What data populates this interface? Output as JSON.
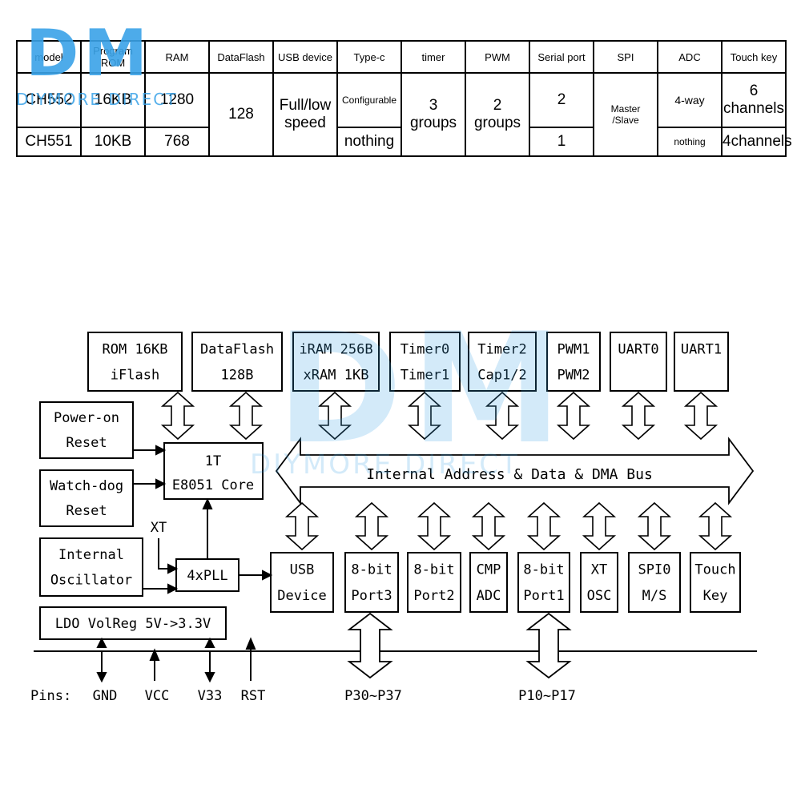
{
  "watermark": {
    "logo": "DM",
    "brand": "DIYMORE DIRECT",
    "color": "#3aa3e8"
  },
  "table": {
    "headers": [
      "model",
      "Program ROM",
      "RAM",
      "DataFlash",
      "USB device",
      "Type-c",
      "timer",
      "PWM",
      "Serial port",
      "SPI",
      "ADC",
      "Touch key"
    ],
    "rows": [
      {
        "model": "CH552",
        "rom": "16KB",
        "ram": "1280",
        "type_c": "Configurable",
        "serial": "2",
        "adc": "4-way",
        "touch": "6 channels"
      },
      {
        "model": "CH551",
        "rom": "10KB",
        "ram": "768",
        "type_c": "nothing",
        "serial": "1",
        "adc": "nothing",
        "touch": "4channels"
      }
    ],
    "shared": {
      "dataflash": "128",
      "usb_line1": "Full/low",
      "usb_line2": "speed",
      "timer_line1": "3",
      "timer_line2": "groups",
      "pwm_line1": "2",
      "pwm_line2": "groups",
      "spi_line1": "Master",
      "spi_line2": "/Slave"
    }
  },
  "diagram": {
    "top_blocks": [
      {
        "id": "rom",
        "l1": "ROM 16KB",
        "l2": "iFlash"
      },
      {
        "id": "dataflash",
        "l1": "DataFlash",
        "l2": "128B"
      },
      {
        "id": "ram",
        "l1": "iRAM 256B",
        "l2": "xRAM 1KB"
      },
      {
        "id": "timer01",
        "l1": "Timer0",
        "l2": "Timer1"
      },
      {
        "id": "timer2",
        "l1": "Timer2",
        "l2": "Cap1/2"
      },
      {
        "id": "pwm",
        "l1": "PWM1",
        "l2": "PWM2"
      },
      {
        "id": "uart0",
        "l1": "UART0",
        "l2": ""
      },
      {
        "id": "uart1",
        "l1": "UART1",
        "l2": ""
      }
    ],
    "left_blocks": [
      {
        "id": "power-on-reset",
        "l1": "Power-on",
        "l2": "Reset"
      },
      {
        "id": "watchdog-reset",
        "l1": "Watch-dog",
        "l2": "Reset"
      },
      {
        "id": "internal-oscillator",
        "l1": "Internal",
        "l2": "Oscillator"
      }
    ],
    "core": {
      "l1": "1T",
      "l2": "E8051 Core"
    },
    "pll": "4xPLL",
    "xt_label": "XT",
    "ldo": "LDO VolReg 5V->3.3V",
    "bus": "Internal Address & Data & DMA Bus",
    "bottom_blocks": [
      {
        "id": "usb",
        "l1": "USB",
        "l2": "Device"
      },
      {
        "id": "port3",
        "l1": "8-bit",
        "l2": "Port3"
      },
      {
        "id": "port2",
        "l1": "8-bit",
        "l2": "Port2"
      },
      {
        "id": "cmp-adc",
        "l1": "CMP",
        "l2": "ADC"
      },
      {
        "id": "port1",
        "l1": "8-bit",
        "l2": "Port1"
      },
      {
        "id": "xt-osc",
        "l1": "XT",
        "l2": "OSC"
      },
      {
        "id": "spi",
        "l1": "SPI0",
        "l2": "M/S"
      },
      {
        "id": "touch",
        "l1": "Touch",
        "l2": "Key"
      }
    ],
    "pins_label": "Pins:",
    "pins": [
      "GND",
      "VCC",
      "V33",
      "RST"
    ],
    "port_pins": [
      "P30~P37",
      "P10~P17"
    ]
  }
}
